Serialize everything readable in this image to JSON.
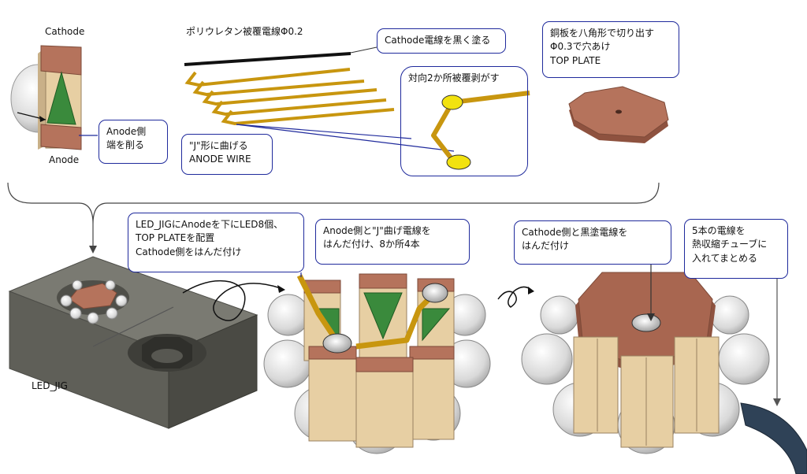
{
  "labels": {
    "cathode": "Cathode",
    "anode": "Anode",
    "wire_title": "ポリウレタン被覆電線Φ0.2",
    "led_jig": "LED_JIG"
  },
  "callouts": {
    "anode_trim": [
      "Anode側",
      "端を削る"
    ],
    "j_bend": [
      "\"J\"形に曲げる",
      "ANODE WIRE"
    ],
    "cathode_paint": [
      "Cathode電線を黒く塗る"
    ],
    "strip": [
      "対向2か所被覆剥がす"
    ],
    "top_plate": [
      "銅板を八角形で切り出す",
      "Φ0.3で穴あけ",
      "TOP PLATE"
    ],
    "step1": [
      "LED_JIGにAnodeを下にLED8個、",
      "TOP PLATEを配置",
      "Cathode側をはんだ付け"
    ],
    "step2": [
      "Anode側と\"J\"曲げ電線を",
      "はんだ付け、8か所4本"
    ],
    "step3": [
      "Cathode側と黒塗電線を",
      "はんだ付け"
    ],
    "step4": [
      "5本の電線を",
      "熱収縮チューブに",
      "入れてまとめる"
    ]
  },
  "colors": {
    "callout_border": "#1f2a9c",
    "wire_gold": "#c8960f",
    "copper": "#b5735c",
    "led_body": "#e7cfa3",
    "led_green": "#3a8a3c",
    "jig_gray": "#6e6e66",
    "highlight_yellow": "#f2e20f",
    "shrink_tube": "#2f4257"
  }
}
